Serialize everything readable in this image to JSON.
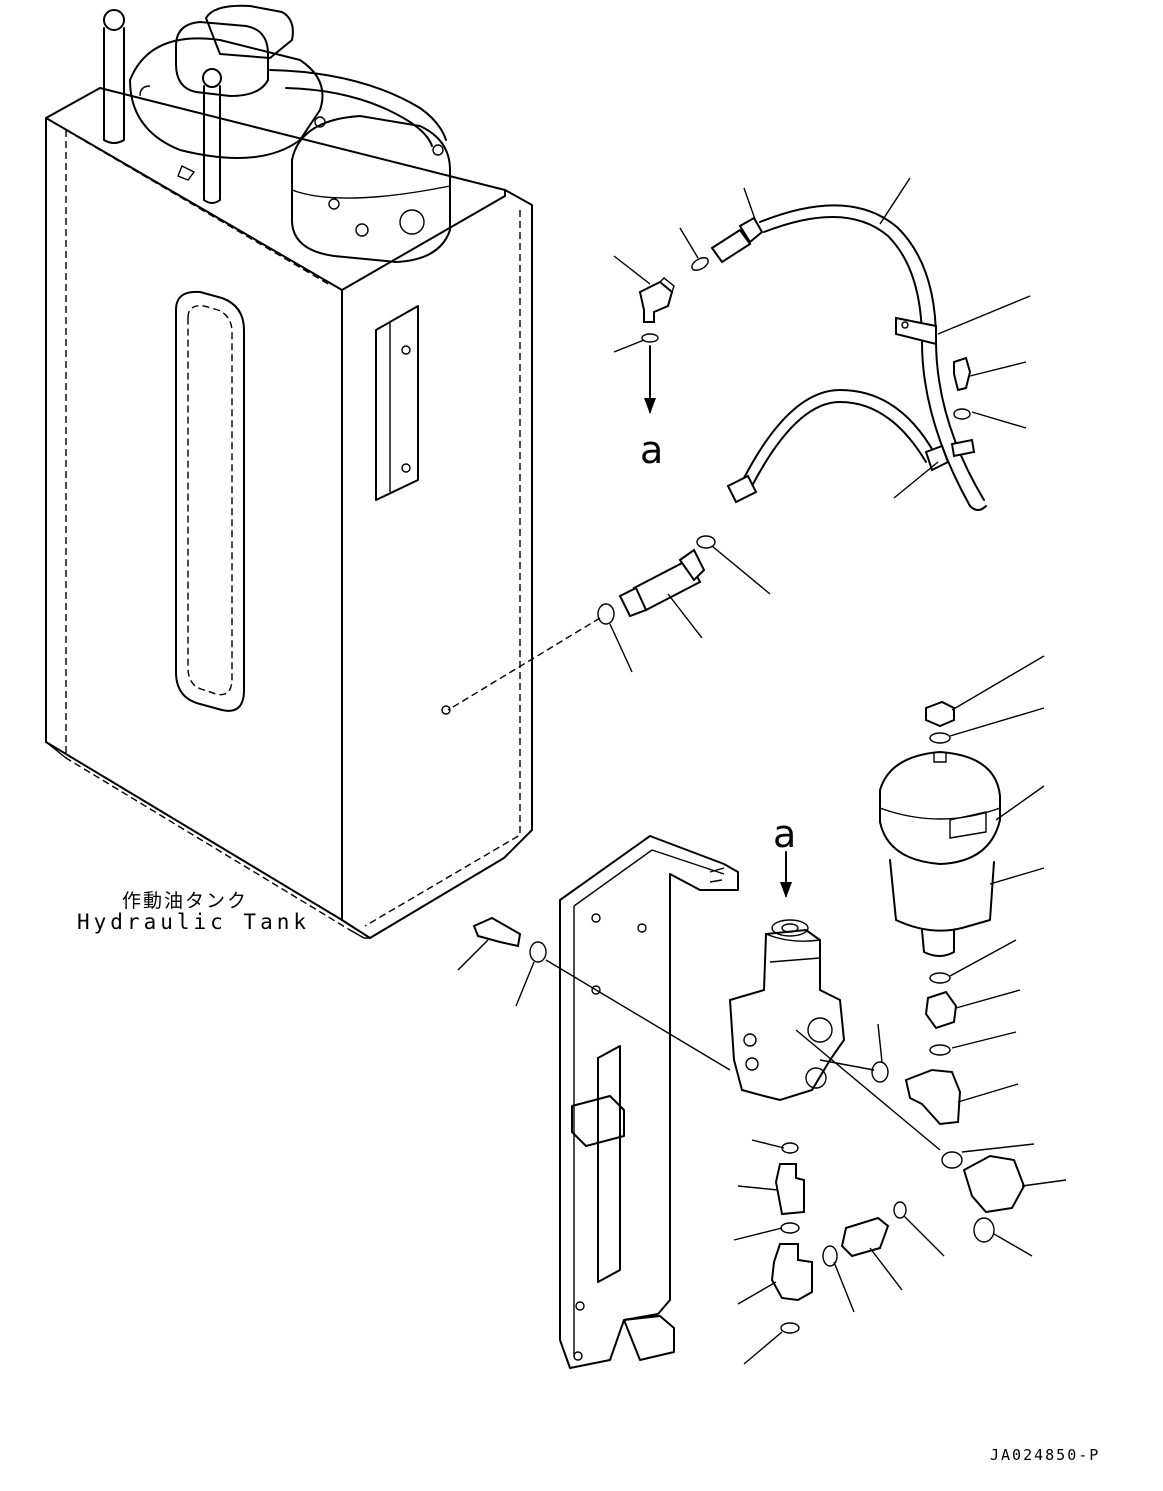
{
  "labels": {
    "tank_jp": "作動油タンク",
    "tank_en": "Hydraulic Tank",
    "ref_a_top": "a",
    "ref_a_bottom": "a",
    "drawing_code": "JA024850-P"
  }
}
